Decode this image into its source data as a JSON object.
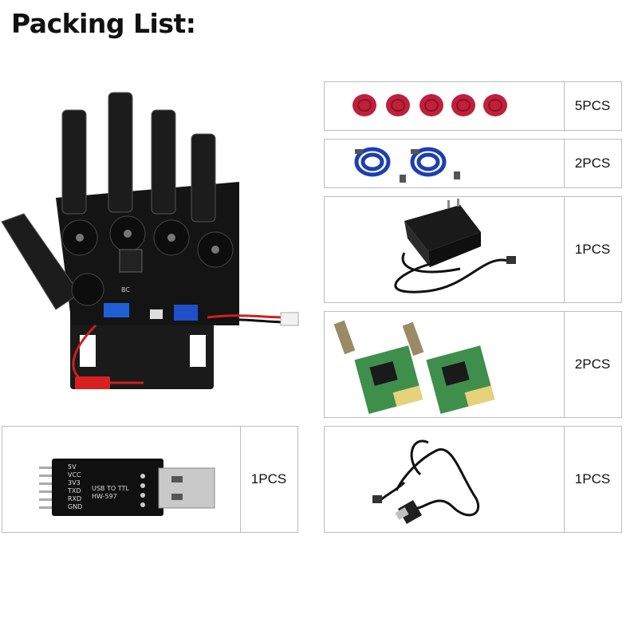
{
  "page": {
    "title": "Packing List:"
  },
  "hand": {
    "labels": [
      "BC"
    ]
  },
  "items": [
    {
      "name": "velcro-straps",
      "qty": "5PCS"
    },
    {
      "name": "usb-cables",
      "qty": "2PCS"
    },
    {
      "name": "power-adapter",
      "qty": "1PCS"
    },
    {
      "name": "wireless-modules",
      "qty": "2PCS"
    },
    {
      "name": "usb-ttl-module",
      "qty": "1PCS",
      "pins": [
        "5V",
        "VCC",
        "3V3",
        "TXD",
        "RXD",
        "GND"
      ],
      "board_text": [
        "USB TO TTL",
        "HW-597"
      ]
    },
    {
      "name": "micro-usb-cable",
      "qty": "1PCS"
    }
  ],
  "colors": {
    "strap": "#c0203a",
    "cable_blue": "#1d3fb0",
    "pcb_green": "#3f8f4c",
    "border": "#bdbdbd"
  }
}
